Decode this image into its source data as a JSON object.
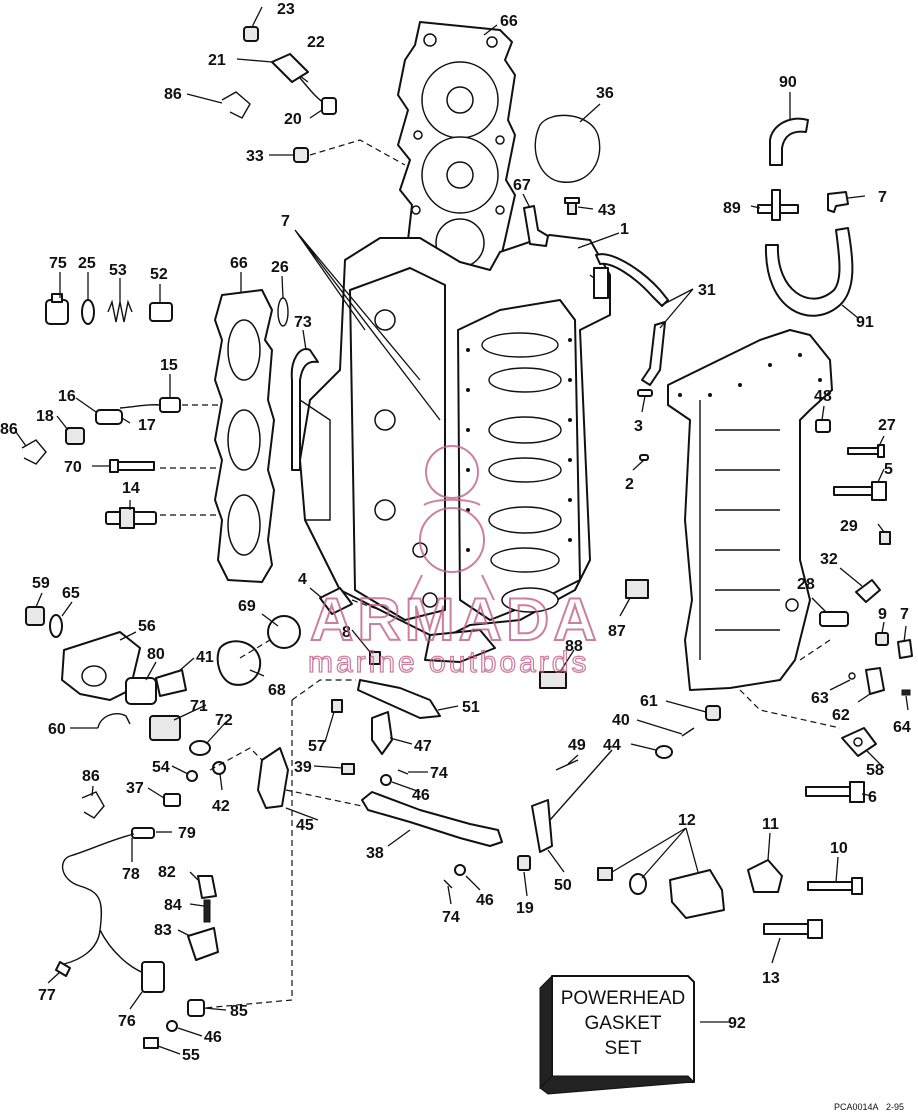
{
  "diagram": {
    "kit_label_lines": [
      "POWERHEAD",
      "GASKET",
      "SET"
    ],
    "figure_code": "PCA0014A",
    "figure_date": "2-95",
    "watermark_brand": "ARMADA",
    "watermark_tagline": "marine outboards",
    "part_numbers": {
      "p23": "23",
      "p22": "22",
      "p21": "21",
      "p20": "20",
      "p86a": "86",
      "p33": "33",
      "p66a": "66",
      "p36": "36",
      "p90": "90",
      "p7a": "7",
      "p67": "67",
      "p43": "43",
      "p89": "89",
      "p1": "1",
      "p7b": "7",
      "p75": "75",
      "p25": "25",
      "p53": "53",
      "p52": "52",
      "p66b": "66",
      "p26": "26",
      "p73": "73",
      "p31": "31",
      "p91": "91",
      "p15": "15",
      "p16": "16",
      "p17": "17",
      "p18": "18",
      "p86b": "86",
      "p70": "70",
      "p3": "3",
      "p48": "48",
      "p27": "27",
      "p5": "5",
      "p2": "2",
      "p14": "14",
      "p29": "29",
      "p4": "4",
      "p32": "32",
      "p59": "59",
      "p65": "65",
      "p69": "69",
      "p28": "28",
      "p9": "9",
      "p7c": "7",
      "p56": "56",
      "p8": "8",
      "p87": "87",
      "p88": "88",
      "p80": "80",
      "p41": "41",
      "p68": "68",
      "p63": "63",
      "p62": "62",
      "p64": "64",
      "p61": "61",
      "p51": "51",
      "p60": "60",
      "p71": "71",
      "p40": "40",
      "p57": "57",
      "p47": "47",
      "p72": "72",
      "p44": "44",
      "p58": "58",
      "p54": "54",
      "p39": "39",
      "p74a": "74",
      "p49": "49",
      "p86c": "86",
      "p37": "37",
      "p42": "42",
      "p46a": "46",
      "p6": "6",
      "p45": "45",
      "p79": "79",
      "p12": "12",
      "p11": "11",
      "p10": "10",
      "p78": "78",
      "p38": "38",
      "p82": "82",
      "p50": "50",
      "p46b": "46",
      "p74b": "74",
      "p19": "19",
      "p84": "84",
      "p83": "83",
      "p13": "13",
      "p77": "77",
      "p85": "85",
      "p76": "76",
      "p92": "92",
      "p46c": "46",
      "p55": "55"
    }
  }
}
